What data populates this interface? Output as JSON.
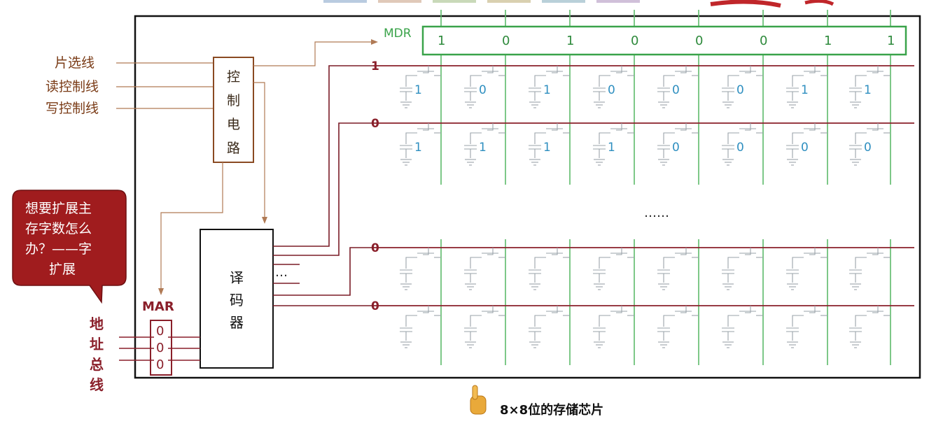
{
  "signals": [
    "片选线",
    "读控制线",
    "写控制线"
  ],
  "control_circuit": [
    "控",
    "制",
    "电",
    "路"
  ],
  "mdr": {
    "label": "MDR",
    "bits": [
      "1",
      "0",
      "1",
      "0",
      "0",
      "0",
      "1",
      "1"
    ]
  },
  "word_lines": [
    {
      "value": "1",
      "cells": [
        "1",
        "0",
        "1",
        "0",
        "0",
        "0",
        "1",
        "1"
      ]
    },
    {
      "value": "0",
      "cells": [
        "1",
        "1",
        "1",
        "1",
        "0",
        "0",
        "0",
        "0"
      ]
    },
    {
      "value": "0",
      "cells": [
        "",
        "",
        "",
        "",
        "",
        "",
        "",
        ""
      ]
    },
    {
      "value": "0",
      "cells": [
        "",
        "",
        "",
        "",
        "",
        "",
        "",
        ""
      ]
    }
  ],
  "middle_ellipsis": "……",
  "decoder": {
    "chars": [
      "译",
      "码",
      "器"
    ],
    "ellipsis": "…"
  },
  "mar": {
    "label": "MAR",
    "bits": [
      "0",
      "0",
      "0"
    ]
  },
  "address_bus": [
    "地",
    "址",
    "总",
    "线"
  ],
  "bubble_lines": [
    "想要扩展主",
    "存字数怎么",
    "办？——字",
    "扩展"
  ],
  "caption": "8×8位的存储芯片",
  "colors": {
    "mdr": "#3aa34a",
    "word_line": "#8a1f2a",
    "cell_value": "#2f8fc0",
    "control": "#8a4a22",
    "bubble": "#a01c1e"
  }
}
